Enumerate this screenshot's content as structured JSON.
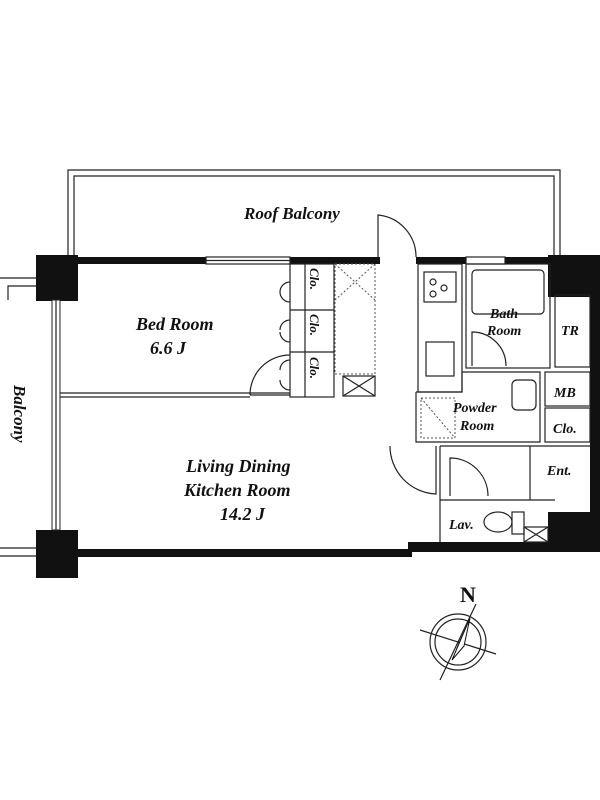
{
  "plan": {
    "rooms": {
      "roof_balcony": "Roof Balcony",
      "balcony": "Balcony",
      "bedroom": "Bed Room",
      "bedroom_size": "6.6 J",
      "ldk_line1": "Living Dining",
      "ldk_line2": "Kitchen Room",
      "ldk_size": "14.2 J",
      "closet1": "Clo.",
      "closet2": "Clo.",
      "closet3": "Clo.",
      "bath_line1": "Bath",
      "bath_line2": "Room",
      "tr": "TR",
      "powder_line1": "Powder",
      "powder_line2": "Room",
      "mb": "MB",
      "closet4": "Clo.",
      "entrance": "Ent.",
      "lavatory": "Lav."
    },
    "compass": {
      "label": "N"
    }
  }
}
